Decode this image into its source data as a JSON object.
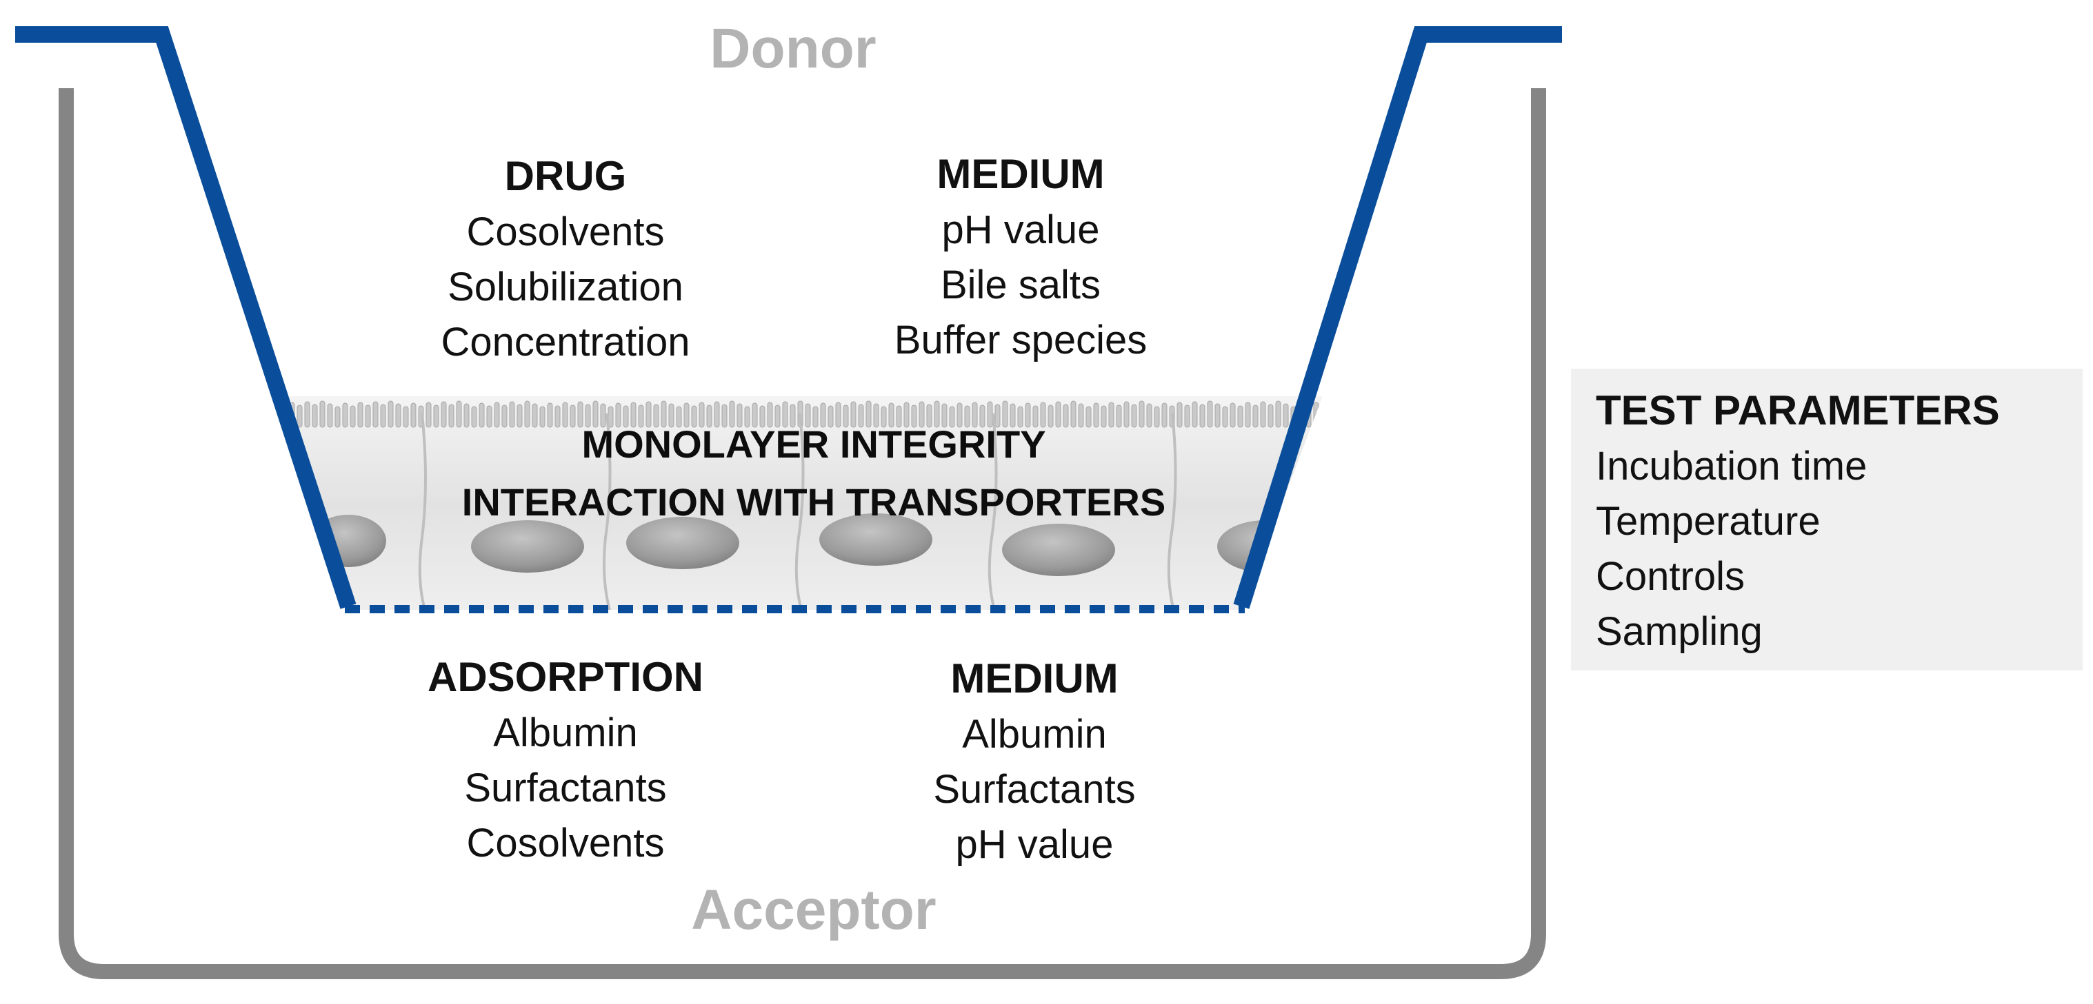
{
  "chambers": {
    "donor": "Donor",
    "acceptor": "Acceptor"
  },
  "donor_drug": {
    "heading": "DRUG",
    "items": [
      "Cosolvents",
      "Solubilization",
      "Concentration"
    ]
  },
  "donor_medium": {
    "heading": "MEDIUM",
    "items": [
      "pH value",
      "Bile salts",
      "Buffer species"
    ]
  },
  "monolayer": {
    "line1": "MONOLAYER INTEGRITY",
    "line2": "INTERACTION WITH TRANSPORTERS"
  },
  "acceptor_adsorption": {
    "heading": "ADSORPTION",
    "items": [
      "Albumin",
      "Surfactants",
      "Cosolvents"
    ]
  },
  "acceptor_medium": {
    "heading": "MEDIUM",
    "items": [
      "Albumin",
      "Surfactants",
      "pH value"
    ]
  },
  "test_parameters": {
    "heading": "TEST PARAMETERS",
    "items": [
      "Incubation time",
      "Temperature",
      "Controls",
      "Sampling"
    ]
  },
  "colors": {
    "insert_blue": "#0a4e9b",
    "well_gray": "#858585",
    "chamber_label_gray": "#b3b3b3",
    "cell_fill": "#ececec",
    "nucleus_gray": "#9e9e9e",
    "panel_bg": "#f0f0f0"
  }
}
